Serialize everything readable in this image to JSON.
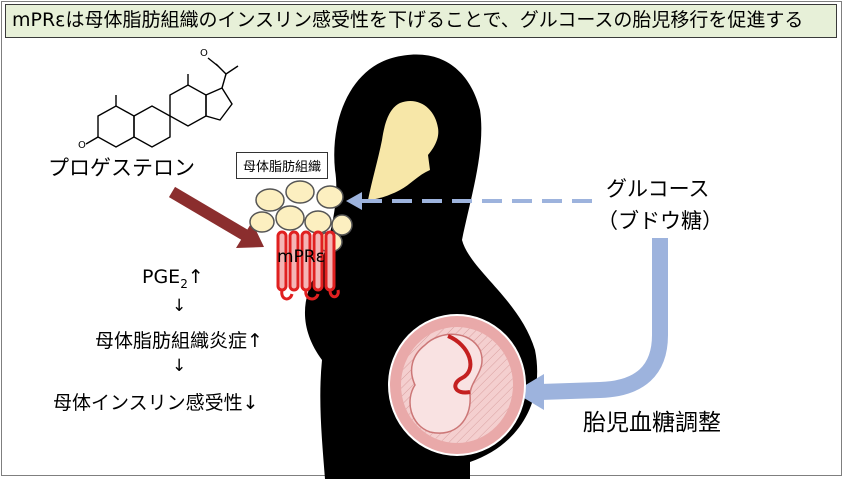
{
  "title": "mPRεは母体脂肪組織のインスリン感受性を下げることで、グルコースの胎児移行を促進する",
  "labels": {
    "progesterone": "プロゲステロン",
    "adipose_tissue": "母体脂肪組織",
    "receptor": "mPRε",
    "glucose": "グルコース",
    "glucose_alias": "（ブドウ糖）",
    "fetal_glucose": "胎児血糖調整"
  },
  "cascade": {
    "pge_base": "PGE",
    "pge_sub": "2",
    "pge_arrow": "↑",
    "step_arrow_1": "↓",
    "inflammation": "母体脂肪組織炎症↑",
    "step_arrow_2": "↓",
    "insulin_sensitivity": "母体インスリン感受性↓"
  },
  "colors": {
    "title_bg": "#e7f0d8",
    "silhouette": "#000000",
    "skin": "#f7e7a8",
    "fat_cell": "#fcefc0",
    "receptor": "#e02020",
    "progesterone_arrow": "#8b2e2e",
    "glucose_arrow": "#9db3dd",
    "womb": "#e9a9a9",
    "fetus": "#f4cfcf",
    "cord": "#c42020"
  }
}
